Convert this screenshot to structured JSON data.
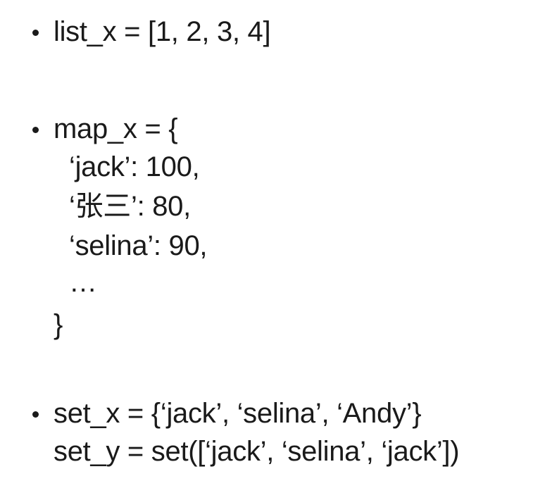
{
  "bullets": {
    "list": {
      "line1": "list_x = [1, 2, 3, 4]"
    },
    "map": {
      "line1": "map_x = {",
      "line2": "‘jack’: 100,",
      "line3": "‘张三’: 80,",
      "line4": "‘selina’: 90,",
      "line5": "…",
      "line6": "}"
    },
    "set": {
      "line1": "set_x = {‘jack’, ‘selina’, ‘Andy’}",
      "line2": "set_y = set([‘jack’, ‘selina’, ‘jack’])"
    }
  }
}
